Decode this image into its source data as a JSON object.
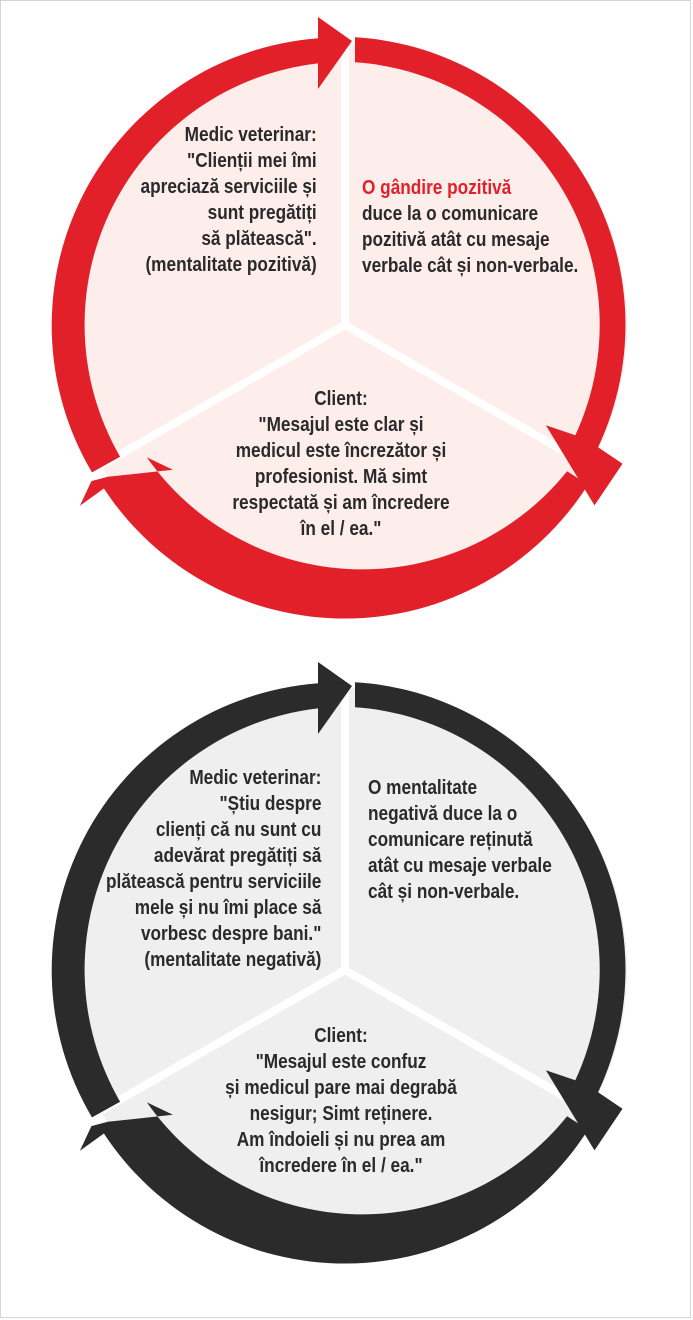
{
  "colors": {
    "positive_ring": "#e2202a",
    "positive_fill": "#fdeeec",
    "negative_ring": "#2b2b2b",
    "negative_fill": "#efefef",
    "text": "#2a2a2a",
    "highlight": "#e2202a"
  },
  "diagrams": [
    {
      "sectors": {
        "vet": {
          "lines": [
            "Medic veterinar:",
            "\"Clienții mei îmi",
            "apreciază serviciile și",
            "sunt pregătiți",
            "să plătească\".",
            "(mentalitate pozitivă)"
          ]
        },
        "communication": {
          "highlight": "O gândire pozitivă",
          "lines": [
            "duce la o comunicare",
            "pozitivă atât cu mesaje",
            "verbale cât și non-verbale."
          ]
        },
        "client": {
          "lines": [
            "Client:",
            "\"Mesajul este clar și",
            "medicul este încrezător și",
            "profesionist. Mă simt",
            "respectată și am încredere",
            "în el / ea.\""
          ]
        }
      }
    },
    {
      "sectors": {
        "vet": {
          "lines": [
            "Medic veterinar:",
            "\"Știu despre",
            "clienți că nu sunt cu",
            "adevărat pregătiți să",
            "plătească pentru serviciile",
            "mele și nu îmi place să",
            "vorbesc despre bani.\"",
            "(mentalitate negativă)"
          ]
        },
        "communication": {
          "lines": [
            "O mentalitate",
            "negativă duce la o",
            "comunicare reținută",
            "atât cu mesaje verbale",
            "cât și non-verbale."
          ]
        },
        "client": {
          "lines": [
            "Client:",
            "\"Mesajul este confuz",
            "și medicul pare mai degrabă",
            "nesigur; Simt reținere.",
            "Am îndoieli și nu prea am",
            "încredere în el / ea.\""
          ]
        }
      }
    }
  ]
}
